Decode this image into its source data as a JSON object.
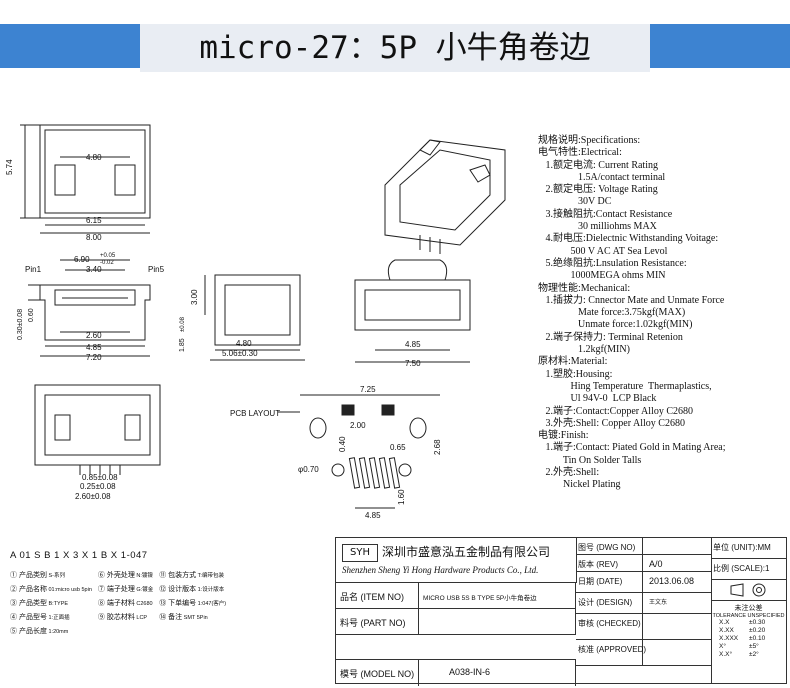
{
  "banner": {
    "title": "micro-27：5P 小牛角卷边"
  },
  "drawing": {
    "front_top": {
      "h": "5.74",
      "w1": "4.80",
      "w2": "6.15",
      "w3": "8.00"
    },
    "front_mid": {
      "pin1": "Pin1",
      "pin5": "Pin5",
      "a": "6.90",
      "a_tol_plus": "+0.05",
      "a_tol_minus": "-0.02",
      "b": "3.40",
      "c": "2.60",
      "d": "4.85",
      "e": "7.20",
      "f": "0.30±0.08",
      "g": "0.60",
      "h": "1.85",
      "h_tol": "±0.08"
    },
    "side_view": {
      "a": "3.00",
      "b": "4.80",
      "c": "5.06±0.30",
      "d": "4.85",
      "e": "7.50"
    },
    "bottom_view": {
      "a": "0.85±0.08",
      "b": "0.25±0.08",
      "c": "2.60±0.08"
    },
    "pcb": {
      "label": "PCB LAYOUT",
      "a": "7.25",
      "b": "2.00",
      "c": "0.65",
      "d": "2.68",
      "e": "φ0.70",
      "f": "0.40",
      "g": "4.85",
      "h": "1.60"
    }
  },
  "specs": [
    "规格说明:Specifications:",
    "电气特性:Electrical:",
    "   1.额定电流: Current Rating",
    "                1.5A/contact terminal",
    "   2.额定电压: Voltage Rating",
    "                30V DC",
    "   3.接触阻抗:Contact Resistance",
    "                30 milliohms MAX",
    "   4.耐电压:Dielectnic Withstanding Voitage:",
    "             500 V AC AT Sea Levol",
    "   5.绝缘阻抗:Lnsulation Resistance:",
    "             1000MEGA ohms MIN",
    "物理性能:Mechanical:",
    "   1.插拔力: Cnnector Mate and Unmate Force",
    "                Mate force:3.75kgf(MAX)",
    "                Unmate force:1.02kgf(MIN)",
    "   2.端子保持力: Terminal Retenion",
    "                1.2kgf(MIN)",
    "原材料:Material:",
    "   1.塑胶:Housing:",
    "             Hing Temperature  Thermaplastics,",
    "             Ul 94V-0  LCP Black",
    "   2.端子:Contact:Copper Alloy C2680",
    "   3.外壳:Shell: Copper Alloy C2680",
    "电镀:Finish:",
    "   1.端子:Contact: Piated Gold in Mating Area;",
    "          Tin On Solder Talls",
    "   2.外壳:Shell:",
    "          Nickel Plating"
  ],
  "part_code": {
    "code": "A 01 S B 1 X 3 X 1 B X 1-047",
    "legend": [
      "① 产品类别",
      "② 产品名称",
      "③ 产品类型",
      "④ 产品型号",
      "⑤ 产品长度"
    ],
    "legend_values": [
      "S-系列",
      "01:micro usb 5pin",
      "B:TYPE",
      "1:正面插",
      "1:20mm"
    ],
    "legend2": [
      "⑥ 外壳处理",
      "⑦ 端子处理",
      "⑧ 端子材料",
      "⑨ 胶芯材料"
    ],
    "legend2_values": [
      "N:镀镍",
      "G:镀金",
      "C2680",
      "LCP"
    ],
    "legend3": [
      "⑪ 包装方式",
      "⑫ 设计版本",
      "⑬ 下单编号",
      "⑭ 备注"
    ],
    "legend3_values": [
      "T:编带包装",
      "1:设计版本",
      "1:047(客户)",
      "SMT 5Pin"
    ]
  },
  "title_block": {
    "company_cn": "深圳市盛意泓五金制品有限公司",
    "company_en": "Shenzhen Sheng Yi Hong Hardware Products Co., Ltd.",
    "logo": "SYH",
    "rows": [
      {
        "label": "图号 (DWG NO)",
        "value": ""
      },
      {
        "label": "版本 (REV)",
        "value": "A/0"
      },
      {
        "label": "日期 (DATE)",
        "value": "2013.06.08"
      },
      {
        "label": "设计 (DESIGN)",
        "value": "王文东"
      },
      {
        "label": "审核 (CHECKED)",
        "value": ""
      },
      {
        "label": "核准 (APPROVED)",
        "value": ""
      }
    ],
    "item_label": "品名 (ITEM NO)",
    "item_value": "MICRO USB 5S B TYPE 5P小牛角卷边",
    "part_label": "料号 (PART NO)",
    "model_label": "模号 (MODEL NO)",
    "model_value": "A038-IN-6",
    "unit_label": "单位 (UNIT):",
    "unit_value": "MM",
    "scale_label": "比例 (SCALE):",
    "scale_value": "1",
    "tol_title": "未注公差",
    "tol_sub": "TOLERANCE UNSPECIFIED",
    "tolerances": [
      {
        "k": "X.X",
        "v": "±0.30"
      },
      {
        "k": "X.XX",
        "v": "±0.20"
      },
      {
        "k": "X.XXX",
        "v": "±0.10"
      },
      {
        "k": "X°",
        "v": "±5°"
      },
      {
        "k": "X.X°",
        "v": "±2°"
      }
    ]
  }
}
